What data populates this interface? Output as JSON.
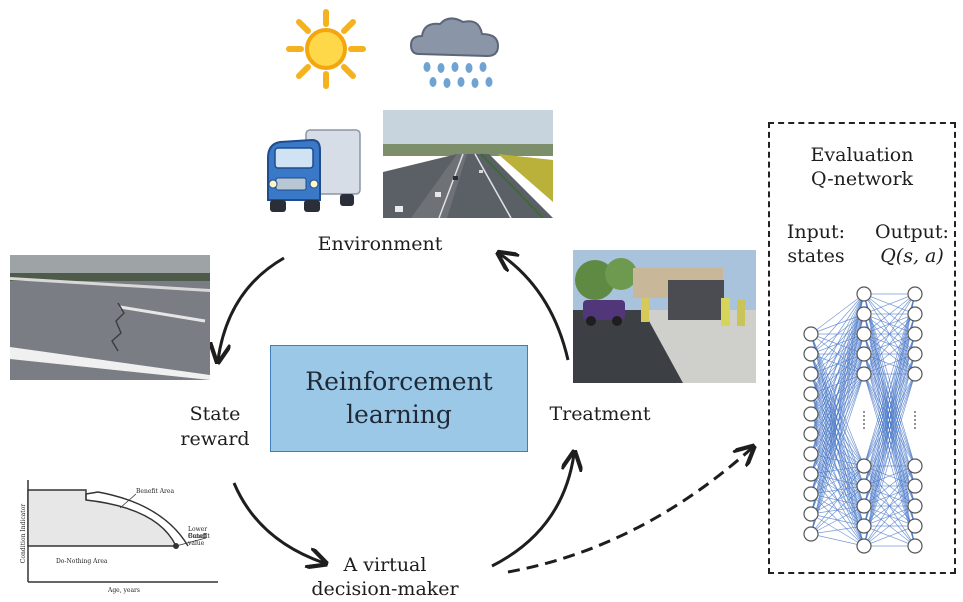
{
  "center": {
    "line1": "Reinforcement",
    "line2": "learning"
  },
  "labels": {
    "environment": "Environment",
    "state": "State",
    "reward": "reward",
    "treatment": "Treatment",
    "decision_line1": "A virtual",
    "decision_line2": "decision-maker"
  },
  "network": {
    "title_line1": "Evaluation",
    "title_line2": "Q-network",
    "input_line1": "Input:",
    "input_line2": "states",
    "output_line1": "Output:",
    "output_line2": "Q(s, a)"
  },
  "mini_chart": {
    "benefit_area": "Benefit Area",
    "lower_benefit": "Lower Benefit",
    "cutoff": "Cutoff value",
    "do_nothing": "Do-Nothing Area",
    "ylabel": "Condition Indicator",
    "xlabel": "Age, years"
  },
  "colors": {
    "box_fill": "#9cc8e8",
    "box_border": "#3f7fb5",
    "network_lines": "#4a78c8",
    "arrows": "#1e1e1e"
  },
  "icons": [
    "sun-icon",
    "rain-cloud-icon",
    "truck-icon",
    "highway-photo",
    "pavement-crack-photo",
    "paving-crew-photo",
    "decision-chart"
  ]
}
